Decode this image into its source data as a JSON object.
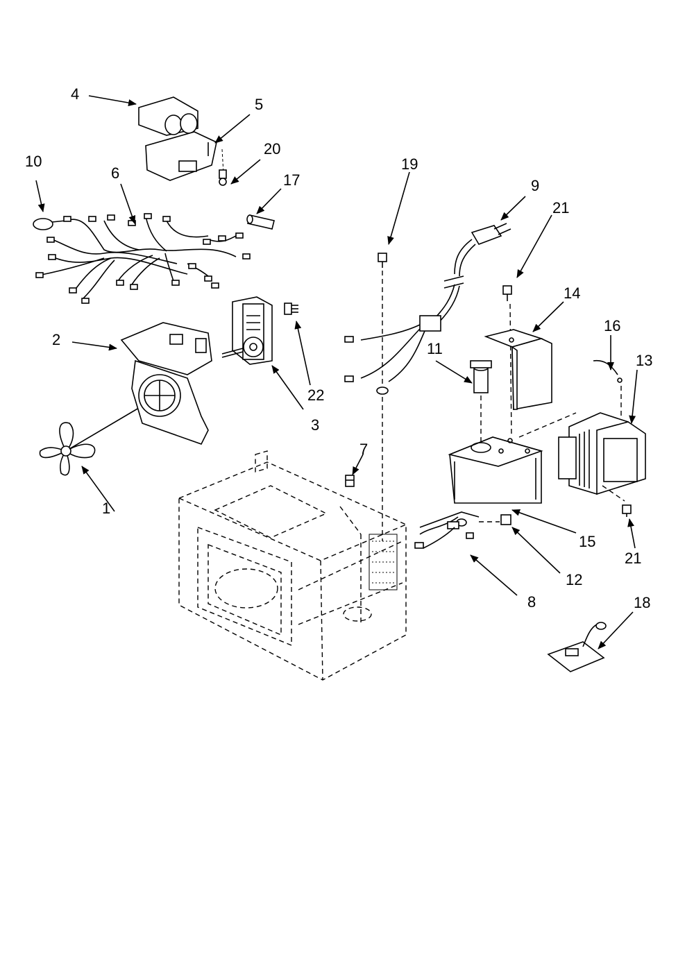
{
  "callouts": [
    "1",
    "2",
    "3",
    "4",
    "5",
    "6",
    "7",
    "8",
    "9",
    "10",
    "11",
    "12",
    "13",
    "14",
    "15",
    "16",
    "17",
    "18",
    "19",
    "20",
    "21",
    "21",
    "22"
  ]
}
